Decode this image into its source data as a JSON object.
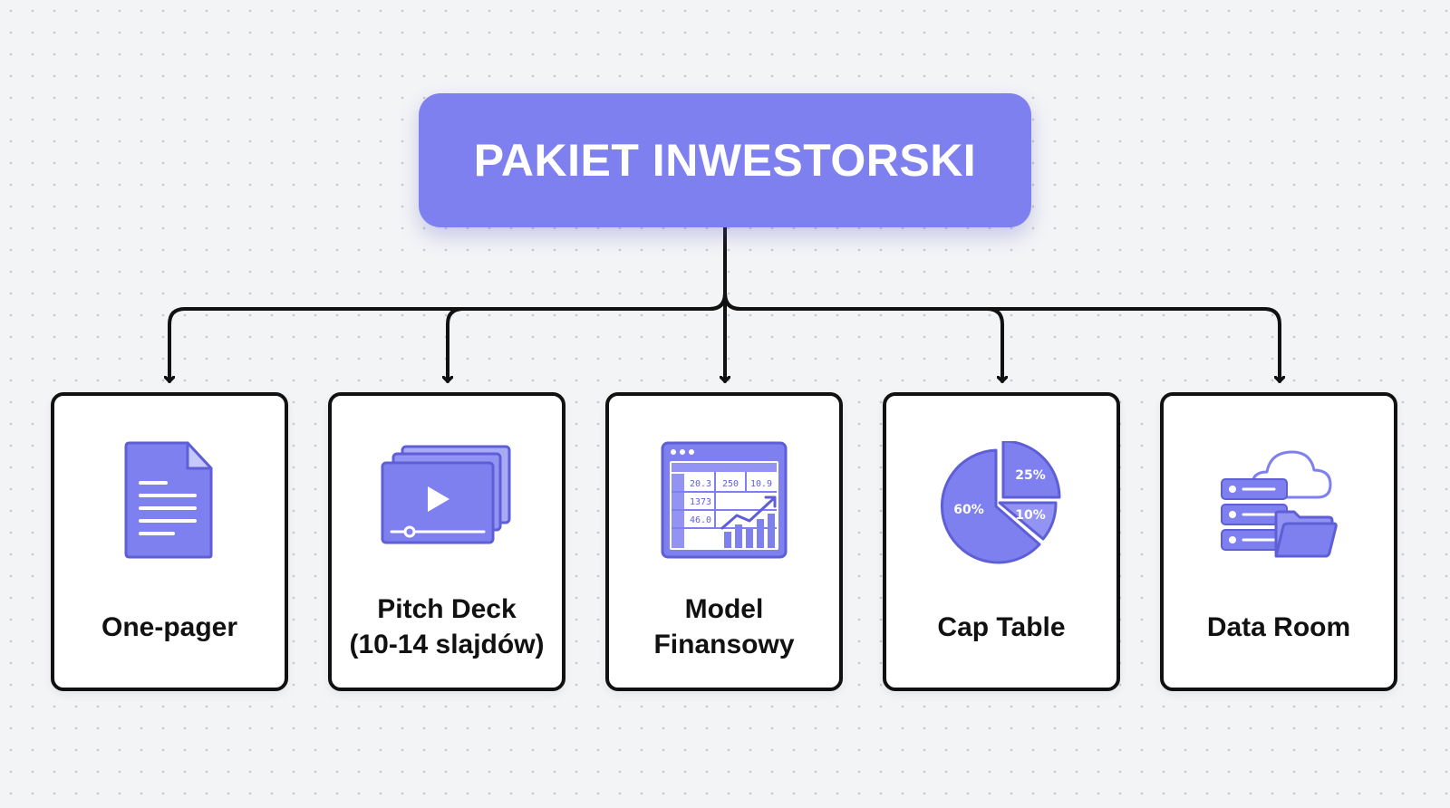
{
  "root": {
    "title": "PAKIET INWESTORSKI"
  },
  "colors": {
    "accent": "#7f80f0",
    "accent_dark": "#5e5fd6",
    "line": "#111111"
  },
  "items": [
    {
      "label": "One-pager",
      "icon": "document-icon"
    },
    {
      "label": "Pitch Deck\n(10-14 slajdów)",
      "icon": "slides-play-icon"
    },
    {
      "label": "Model\nFinansowy",
      "icon": "spreadsheet-chart-icon",
      "icon_text": {
        "cells": [
          "20.3",
          "250",
          "10.9",
          "1373",
          "46.0"
        ]
      }
    },
    {
      "label": "Cap Table",
      "icon": "pie-chart-icon",
      "icon_text": {
        "slices": [
          "60%",
          "25%",
          "10%"
        ]
      }
    },
    {
      "label": "Data Room",
      "icon": "server-cloud-folder-icon"
    }
  ]
}
